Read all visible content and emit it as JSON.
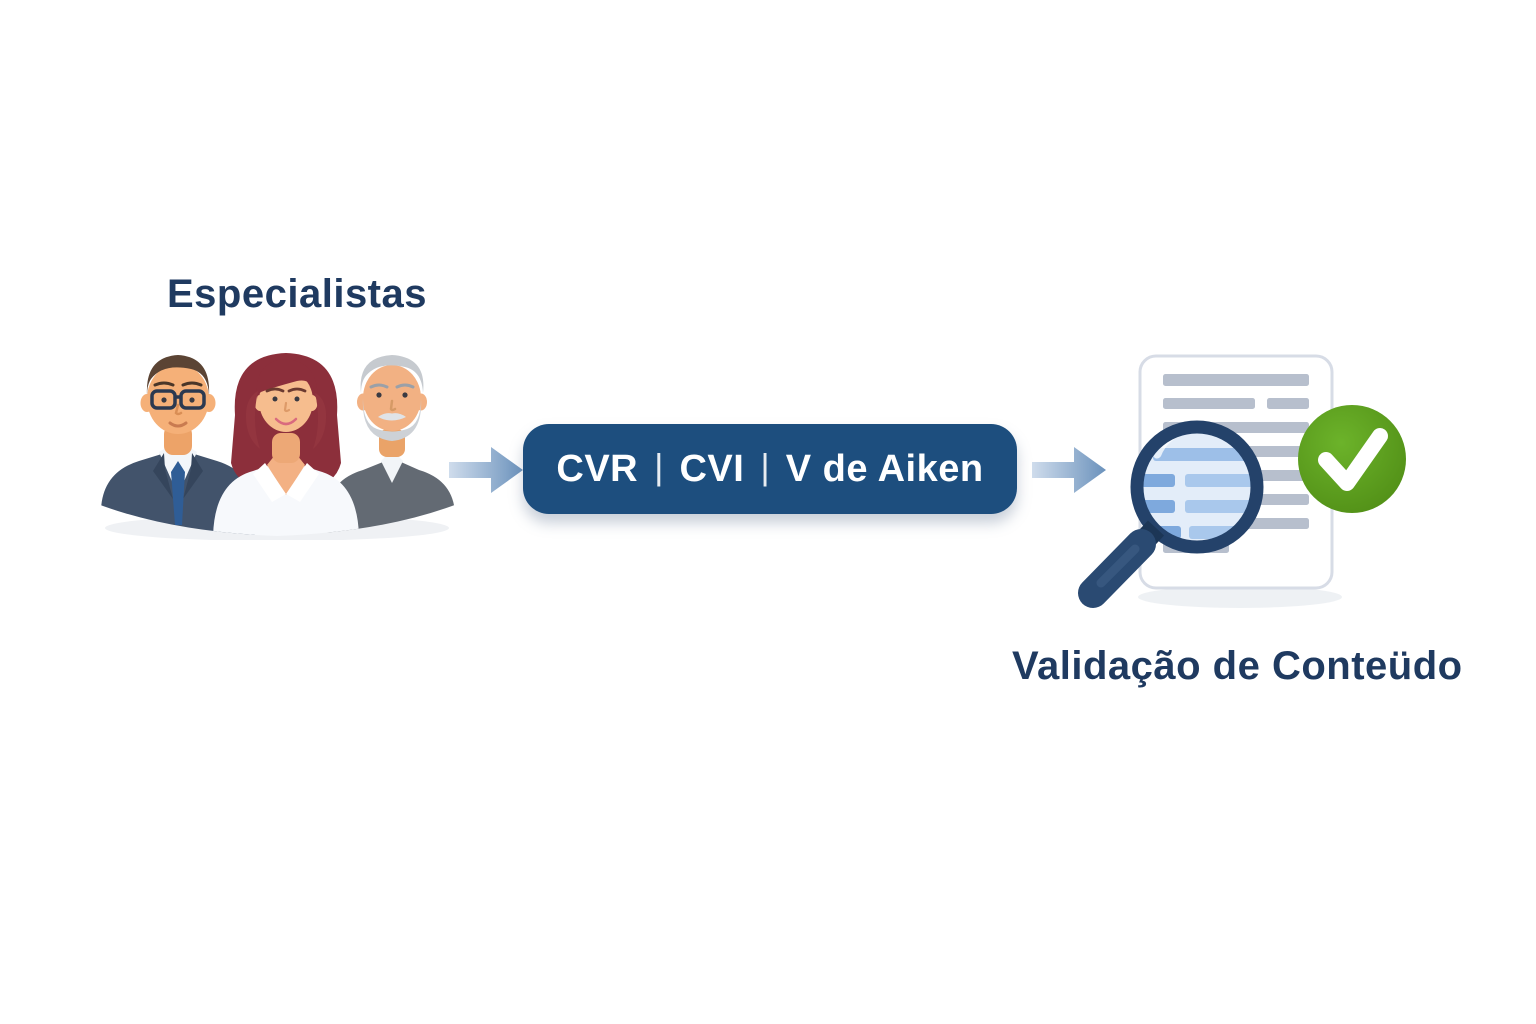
{
  "page": {
    "background": "#ffffff"
  },
  "diagram": {
    "experts": {
      "label": "Especialistas",
      "icon": "experts-group-icon",
      "members": [
        "man-with-glasses-avatar",
        "woman-avatar",
        "senior-man-avatar"
      ]
    },
    "method_box": {
      "segments": [
        "CVR",
        "CVI",
        "V de Aiken"
      ],
      "separator": "|"
    },
    "validation": {
      "label": "Validação de Conteüdo",
      "icon": "document-magnifier-check-icon"
    },
    "flow": {
      "arrows": [
        "right-arrow-icon",
        "right-arrow-icon"
      ]
    },
    "colors": {
      "heading_text": "#1f3a60",
      "box_background": "#1d4e7e",
      "box_text": "#ffffff",
      "arrow_gradient_start": "#cfdcec",
      "arrow_gradient_end": "#6b92bc",
      "check_green": "#579a1a",
      "magnifier_navy": "#24426a",
      "doc_line_gray": "#b7bfcd",
      "doc_line_blue_dark": "#7ea9dd",
      "doc_line_blue_light": "#a9c8ec",
      "suit_navy": "#42536b",
      "tie_blue": "#2f5d96",
      "hair_brown": "#5b4434",
      "hair_maroon": "#8c2f3b",
      "hair_gray": "#c6cacf",
      "sweater_gray": "#636a73"
    }
  }
}
